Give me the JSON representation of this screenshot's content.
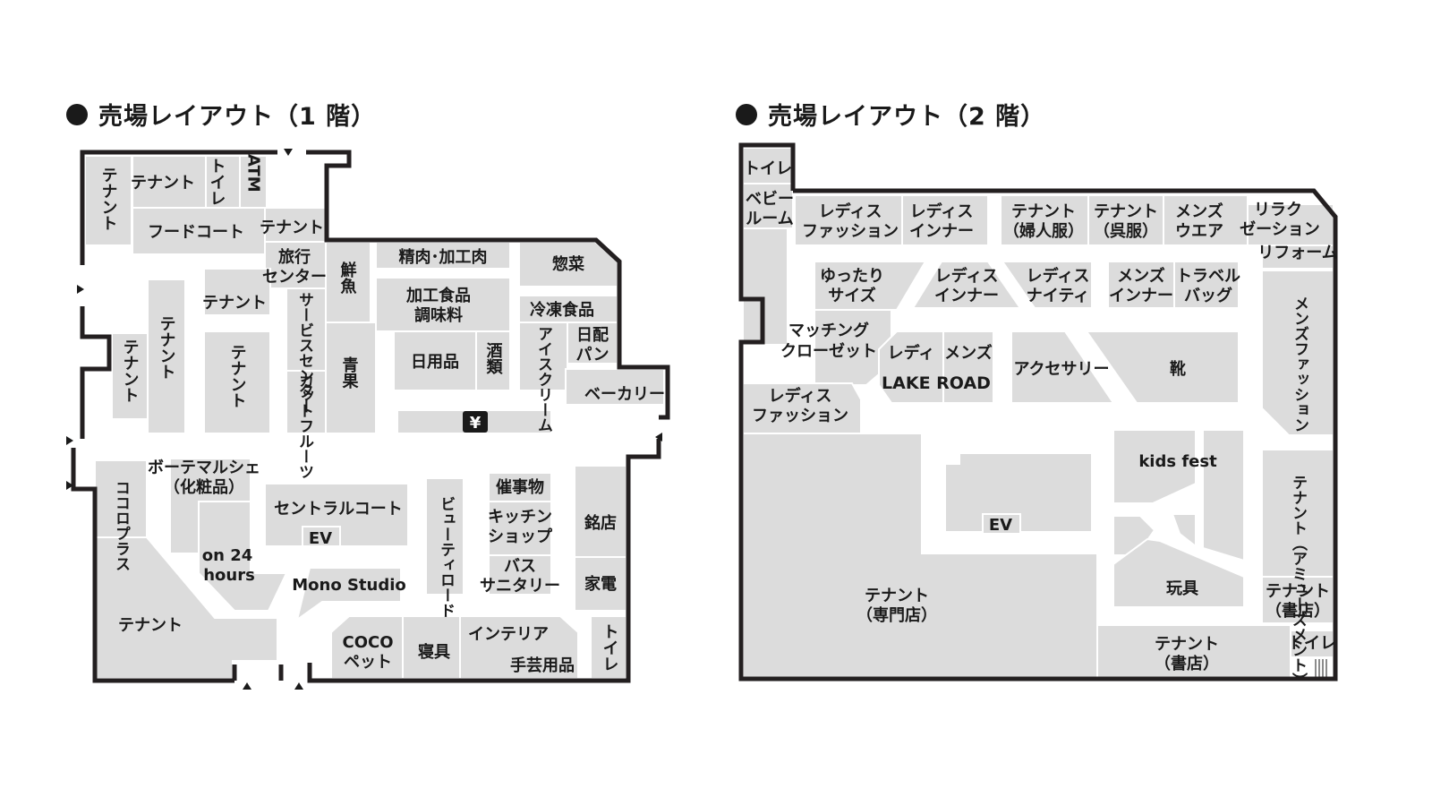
{
  "floor1": {
    "title": "売場レイアウト（1 階）",
    "rooms": {
      "tenant_nw_v": "テナント",
      "tenant_top": "テナント",
      "toilet_top": "トイレ",
      "atm": "ATM",
      "food_court": "フードコート",
      "tenant_center_top": "テナント",
      "travel_center": [
        "旅行",
        "センター"
      ],
      "fresh_fish": "鮮魚",
      "meat": "精肉･加工肉",
      "deli": "惣菜",
      "tenant_small": "テナント",
      "service_center": "サービスセンター",
      "processed_food": [
        "加工食品",
        "調味料"
      ],
      "frozen_food": "冷凍食品",
      "daily_goods": "日用品",
      "liquor": "酒類",
      "ice_cream": "アイスクリーム",
      "daily_bread": [
        "日配",
        "パン"
      ],
      "tenant_left_v1": "テナント",
      "tenant_left_v2": "テナント",
      "tenant_left_v3": "テナント",
      "cut_fruits": "カットフルーツ",
      "vegetables": "青果",
      "bakery": "ベーカリー",
      "atm_yen": "¥",
      "beaute_marche": [
        "ボーテマルシェ",
        "（化粧品）"
      ],
      "cocoro_plus": "ココロプラス",
      "central_court": "セントラルコート",
      "ev1": "EV",
      "beauty_road": "ビューティロード",
      "event_goods": "催事物",
      "kitchen_shop": [
        "キッチン",
        "ショップ"
      ],
      "bath_sanitary": [
        "バス",
        "サニタリー"
      ],
      "famous_store": "銘店",
      "appliances": "家電",
      "on24": [
        "on 24",
        "hours"
      ],
      "mono_studio": "Mono Studio",
      "tenant_sw": "テナント",
      "coco_pet": [
        "COCO",
        "ペット"
      ],
      "bedding": "寝具",
      "interior": "インテリア",
      "handicraft": "手芸用品",
      "toilet_se": "トイレ"
    }
  },
  "floor2": {
    "title": "売場レイアウト（2 階）",
    "rooms": {
      "toilet_nw": "トイレ",
      "baby_room": [
        "ベビー",
        "ルーム"
      ],
      "ladies_fashion_top": [
        "レディス",
        "ファッション"
      ],
      "ladies_inner_top": [
        "レディス",
        "インナー"
      ],
      "tenant_women": [
        "テナント",
        "（婦人服）"
      ],
      "tenant_kimono": [
        "テナント",
        "（呉服）"
      ],
      "mens_wear": [
        "メンズ",
        "ウエア"
      ],
      "relaxation": [
        "リラク",
        "ゼーション"
      ],
      "reform": "リフォーム",
      "loose_size": [
        "ゆったり",
        "サイズ"
      ],
      "ladies_inner_mid": [
        "レディス",
        "インナー"
      ],
      "ladies_nighty": [
        "レディス",
        "ナイティ"
      ],
      "mens_inner": [
        "メンズ",
        "インナー"
      ],
      "travel_bag": [
        "トラベル",
        "バッグ"
      ],
      "mens_fashion": "メンズファッション",
      "matching_closet": [
        "マッチング",
        "クローゼット"
      ],
      "lake_road_ladies": "レディ",
      "lake_road_mens": "メンズ",
      "lake_road": "LAKE ROAD",
      "accessory": "アクセサリー",
      "shoes": "靴",
      "ladies_fashion_left": [
        "レディス",
        "ファッション"
      ],
      "kids_fest": "kids fest",
      "tenant_amusement": "テナント（アミューズメント）",
      "ev2": "EV",
      "toys": "玩具",
      "tenant_books_right": [
        "テナント",
        "（書店）"
      ],
      "tenant_specialty": [
        "テナント",
        "（専門店）"
      ],
      "tenant_books_bottom": [
        "テナント",
        "（書店）"
      ],
      "toilet_se": "トイレ"
    }
  }
}
